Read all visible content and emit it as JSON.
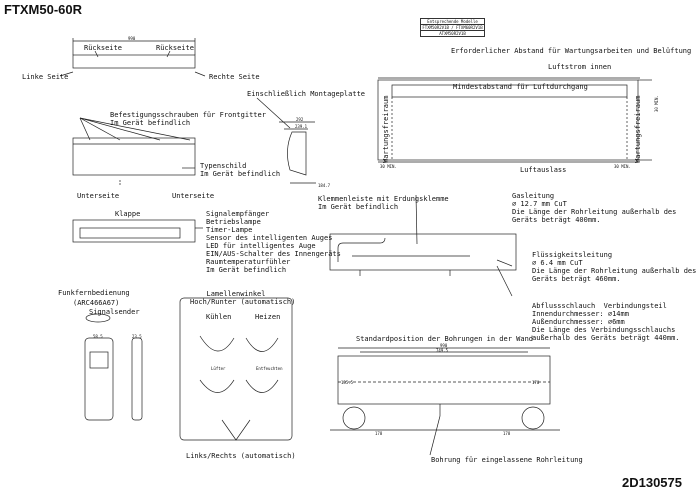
{
  "model_title": "FTXM50-60R",
  "doc_code": "2D130575",
  "models_table": {
    "header": "Entsprechende Modelle",
    "row1": "FTXM50R2V1B / FTXM60R2V1B",
    "row2": "ATXM50R2V1B"
  },
  "front_view": {
    "width_dim": "990",
    "rear_left": "Rückseite",
    "rear_right": "Rückseite",
    "left_side": "Linke Seite",
    "right_side": "Rechte Seite"
  },
  "mounting": {
    "incl_plate": "Einschließlich Montageplatte",
    "dim_top": "292",
    "dim_inner": "239.1",
    "dim_bottom": "184.7"
  },
  "screws": "Befestigungsschrauben für Frontgitter\nIm Gerät befindlich",
  "nameplate": "Typenschild\nIm Gerät befindlich",
  "underside_left": "Unterseite",
  "underside_right": "Unterseite",
  "terminal": "Klemmenleiste mit Erdungsklemme\nIm Gerät befindlich",
  "flap": "Klappe",
  "indicators": "Signalempfänger\nBetriebslampe\nTimer-Lampe\nSensor des intelligenten Auges\nLED für intelligentes Auge\nEIN/AUS-Schalter des Innengeräts\nRaumtemperaturfühler\nIm Gerät befindlich",
  "clearance": {
    "title": "Erforderlicher Abstand für Wartungsarbeiten und Belüftung",
    "airflow_in": "Luftstrom innen",
    "min_distance": "Mindestabstand für Luftdurchgang",
    "service_left": "Wartungsfreiraum",
    "service_right": "Wartungsfreiraum",
    "air_out": "Luftauslass",
    "dim_left": "30 MIN.",
    "dim_right": "30 MIN.",
    "dim_top_side": "30 MIN."
  },
  "gas_pipe": "Gasleitung\n⌀ 12.7 mm CuT\nDie Länge der Rohrleitung außerhalb des\nGeräts beträgt 400mm.",
  "liquid_pipe": "Flüssigkeitsleitung\n⌀ 6.4 mm CuT\nDie Länge der Rohrleitung außerhalb des\nGeräts beträgt 460mm.",
  "drain": "Abflussschlauch  Verbindungsteil\nInnendurchmesser: ⌀14mm\nAußendurchmesser: ⌀6mm\nDie Länge des Verbindungsschlauchs\naußerhalb des Geräts beträgt 440mm.",
  "remote": {
    "title": "Funkfernbedienung",
    "model": "(ARC466A67)",
    "sender": "Signalsender",
    "dim_w": "58.5",
    "dim_d": "23.5"
  },
  "louvers": {
    "title": "Lamellenwinkel\nHoch/Runter (automatisch)",
    "cool": "Kühlen",
    "heat": "Heizen",
    "fan": "Lüfter",
    "dry": "Entfeuchten",
    "lr": "Links/Rechts (automatisch)"
  },
  "wall": {
    "title": "Standardposition der Bohrungen in der Wand",
    "dim_total": "990",
    "dim_inner": "749.5",
    "dim_left_low": "178",
    "dim_right_low": "178",
    "dim_135": "135.5",
    "dim_170": "170",
    "hole_label": "Bohrung für eingelassene Rohrleitung"
  }
}
